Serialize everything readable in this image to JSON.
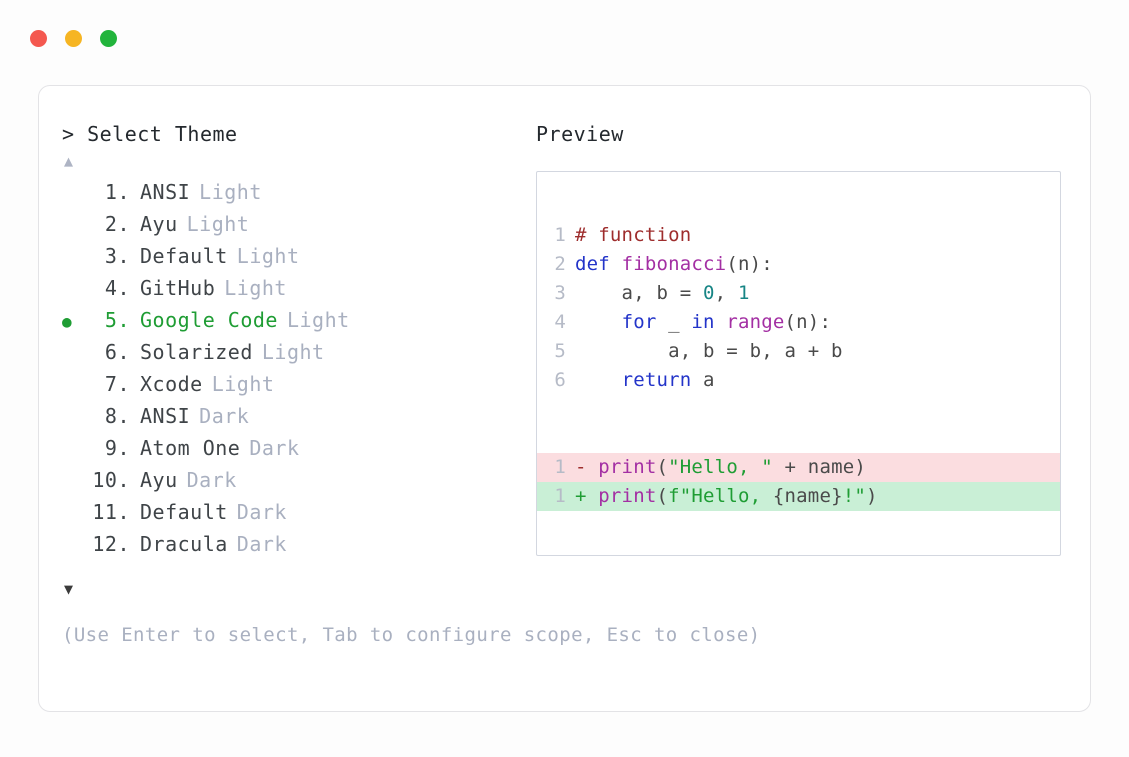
{
  "window": {
    "controls": [
      {
        "name": "close",
        "color": "#f4584f"
      },
      {
        "name": "minimize",
        "color": "#f6b523"
      },
      {
        "name": "maximize",
        "color": "#22b43c"
      }
    ]
  },
  "prompt": {
    "caret": ">",
    "title": "Select Theme"
  },
  "scroll": {
    "up_glyph": "▲",
    "down_glyph": "▼",
    "up_enabled": false,
    "down_enabled": true
  },
  "selected_index": 5,
  "selected_bullet": "●",
  "themes": [
    {
      "index": "1.",
      "name": "ANSI",
      "variant": "Light",
      "selected": false
    },
    {
      "index": "2.",
      "name": "Ayu",
      "variant": "Light",
      "selected": false
    },
    {
      "index": "3.",
      "name": "Default",
      "variant": "Light",
      "selected": false
    },
    {
      "index": "4.",
      "name": "GitHub",
      "variant": "Light",
      "selected": false
    },
    {
      "index": "5.",
      "name": "Google Code",
      "variant": "Light",
      "selected": true
    },
    {
      "index": "6.",
      "name": "Solarized",
      "variant": "Light",
      "selected": false
    },
    {
      "index": "7.",
      "name": "Xcode",
      "variant": "Light",
      "selected": false
    },
    {
      "index": "8.",
      "name": "ANSI",
      "variant": "Dark",
      "selected": false
    },
    {
      "index": "9.",
      "name": "Atom One",
      "variant": "Dark",
      "selected": false
    },
    {
      "index": "10.",
      "name": "Ayu",
      "variant": "Dark",
      "selected": false
    },
    {
      "index": "11.",
      "name": "Default",
      "variant": "Dark",
      "selected": false
    },
    {
      "index": "12.",
      "name": "Dracula",
      "variant": "Dark",
      "selected": false
    }
  ],
  "hint": "(Use Enter to select, Tab to configure scope, Esc to close)",
  "preview": {
    "label": "Preview",
    "lines": [
      {
        "no": "1",
        "type": "code",
        "tokens": [
          {
            "t": "# function",
            "c": "comment"
          }
        ]
      },
      {
        "no": "2",
        "type": "code",
        "tokens": [
          {
            "t": "def ",
            "c": "kw"
          },
          {
            "t": "fibonacci",
            "c": "fn"
          },
          {
            "t": "(n):",
            "c": "plain"
          }
        ]
      },
      {
        "no": "3",
        "type": "code",
        "tokens": [
          {
            "t": "    a, b = ",
            "c": "plain"
          },
          {
            "t": "0",
            "c": "num"
          },
          {
            "t": ", ",
            "c": "plain"
          },
          {
            "t": "1",
            "c": "num"
          }
        ]
      },
      {
        "no": "4",
        "type": "code",
        "tokens": [
          {
            "t": "    ",
            "c": "plain"
          },
          {
            "t": "for",
            "c": "kw"
          },
          {
            "t": " _ ",
            "c": "plain"
          },
          {
            "t": "in",
            "c": "kw"
          },
          {
            "t": " ",
            "c": "plain"
          },
          {
            "t": "range",
            "c": "fn"
          },
          {
            "t": "(n):",
            "c": "plain"
          }
        ]
      },
      {
        "no": "5",
        "type": "code",
        "tokens": [
          {
            "t": "        a, b = b, a + b",
            "c": "plain"
          }
        ]
      },
      {
        "no": "6",
        "type": "code",
        "tokens": [
          {
            "t": "    ",
            "c": "plain"
          },
          {
            "t": "return",
            "c": "kw"
          },
          {
            "t": " a",
            "c": "plain"
          }
        ]
      },
      {
        "no": "",
        "type": "blank",
        "tokens": []
      },
      {
        "no": "",
        "type": "blank",
        "tokens": []
      },
      {
        "no": "1",
        "type": "del",
        "tokens": [
          {
            "t": "- ",
            "c": "del"
          },
          {
            "t": "print",
            "c": "fn"
          },
          {
            "t": "(",
            "c": "plain"
          },
          {
            "t": "\"Hello, \"",
            "c": "str"
          },
          {
            "t": " + name)",
            "c": "plain"
          }
        ]
      },
      {
        "no": "1",
        "type": "add",
        "tokens": [
          {
            "t": "+ ",
            "c": "add"
          },
          {
            "t": "print",
            "c": "fn"
          },
          {
            "t": "(",
            "c": "plain"
          },
          {
            "t": "f\"Hello, ",
            "c": "str"
          },
          {
            "t": "{name}",
            "c": "plain"
          },
          {
            "t": "!\"",
            "c": "str"
          },
          {
            "t": ")",
            "c": "plain"
          }
        ]
      }
    ]
  },
  "colors": {
    "page_bg": "#fdfdfd",
    "card_border": "#e3e3e6",
    "preview_border": "#d3d7e0",
    "accent_green": "#1f9d34",
    "muted": "#a9b0c0",
    "text": "#3f4448",
    "diff_del_bg": "#fbdde0",
    "diff_add_bg": "#c9efd6",
    "syntax_comment": "#9e2d2d",
    "syntax_keyword": "#2334c9",
    "syntax_function": "#a32fa3",
    "syntax_number": "#178585",
    "syntax_string": "#1f9d34",
    "line_number": "#b6bbc7"
  }
}
